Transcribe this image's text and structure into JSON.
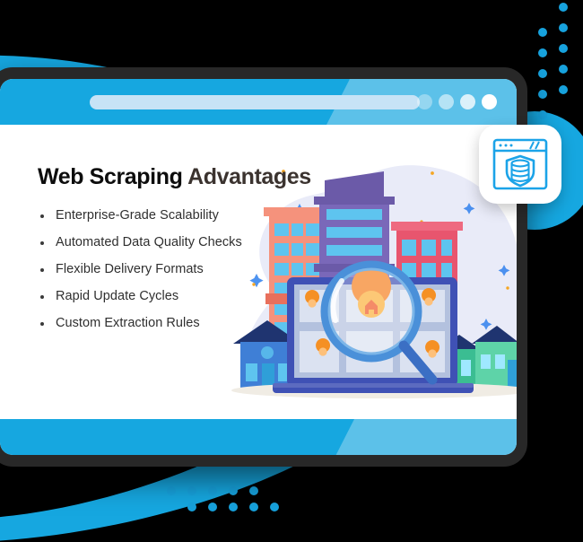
{
  "page": {
    "headline_primary": "Web Scraping",
    "headline_secondary": "Advantages",
    "bullets": [
      "Enterprise-Grade Scalability",
      "Automated Data Quality Checks",
      "Flexible Delivery Formats",
      "Rapid Update Cycles",
      "Custom Extraction Rules"
    ]
  },
  "browser": {
    "address_bar_value": "",
    "address_bar_placeholder": "",
    "window_dots": [
      "dot-1",
      "dot-2",
      "dot-3",
      "dot-4"
    ]
  },
  "badge": {
    "icon_name": "browser-shield-database-icon",
    "label": ""
  },
  "decor": {
    "accent_blue": "#16a7e0",
    "accent_blue_light": "#c7e3f6",
    "frame_dark": "#282828",
    "background": "#000000",
    "headline_primary_color": "#0d0d0d",
    "headline_secondary_color": "#3b332f",
    "bullet_text_color": "#2f2f2f",
    "dot_grid_top_right": "dot-column-pair",
    "dot_grid_bottom_left": "dot-row-pair",
    "swoosh_top_left": "blue-arc",
    "swoosh_bottom_left": "blue-arc",
    "circle_right": "blue-circle"
  },
  "illustration": {
    "name": "city-map-search-illustration",
    "elements": [
      "lavender-blob",
      "coral-tower",
      "purple-tower",
      "pink-tower",
      "blue-house",
      "green-houses",
      "laptop-map",
      "magnifier",
      "map-pins",
      "sparkles"
    ],
    "colors": {
      "blob": "#e8eaf8",
      "coral": "#f58a76",
      "purple": "#6b5aa8",
      "pink": "#e8556e",
      "window_blue": "#5ec4ef",
      "laptop_frame": "#3f51b5",
      "map_bg": "#b9c6e2",
      "pin_orange": "#f59024",
      "house_blue": "#3f7fd6",
      "roof_navy": "#1f3470",
      "house_green": "#3bbd92"
    }
  }
}
